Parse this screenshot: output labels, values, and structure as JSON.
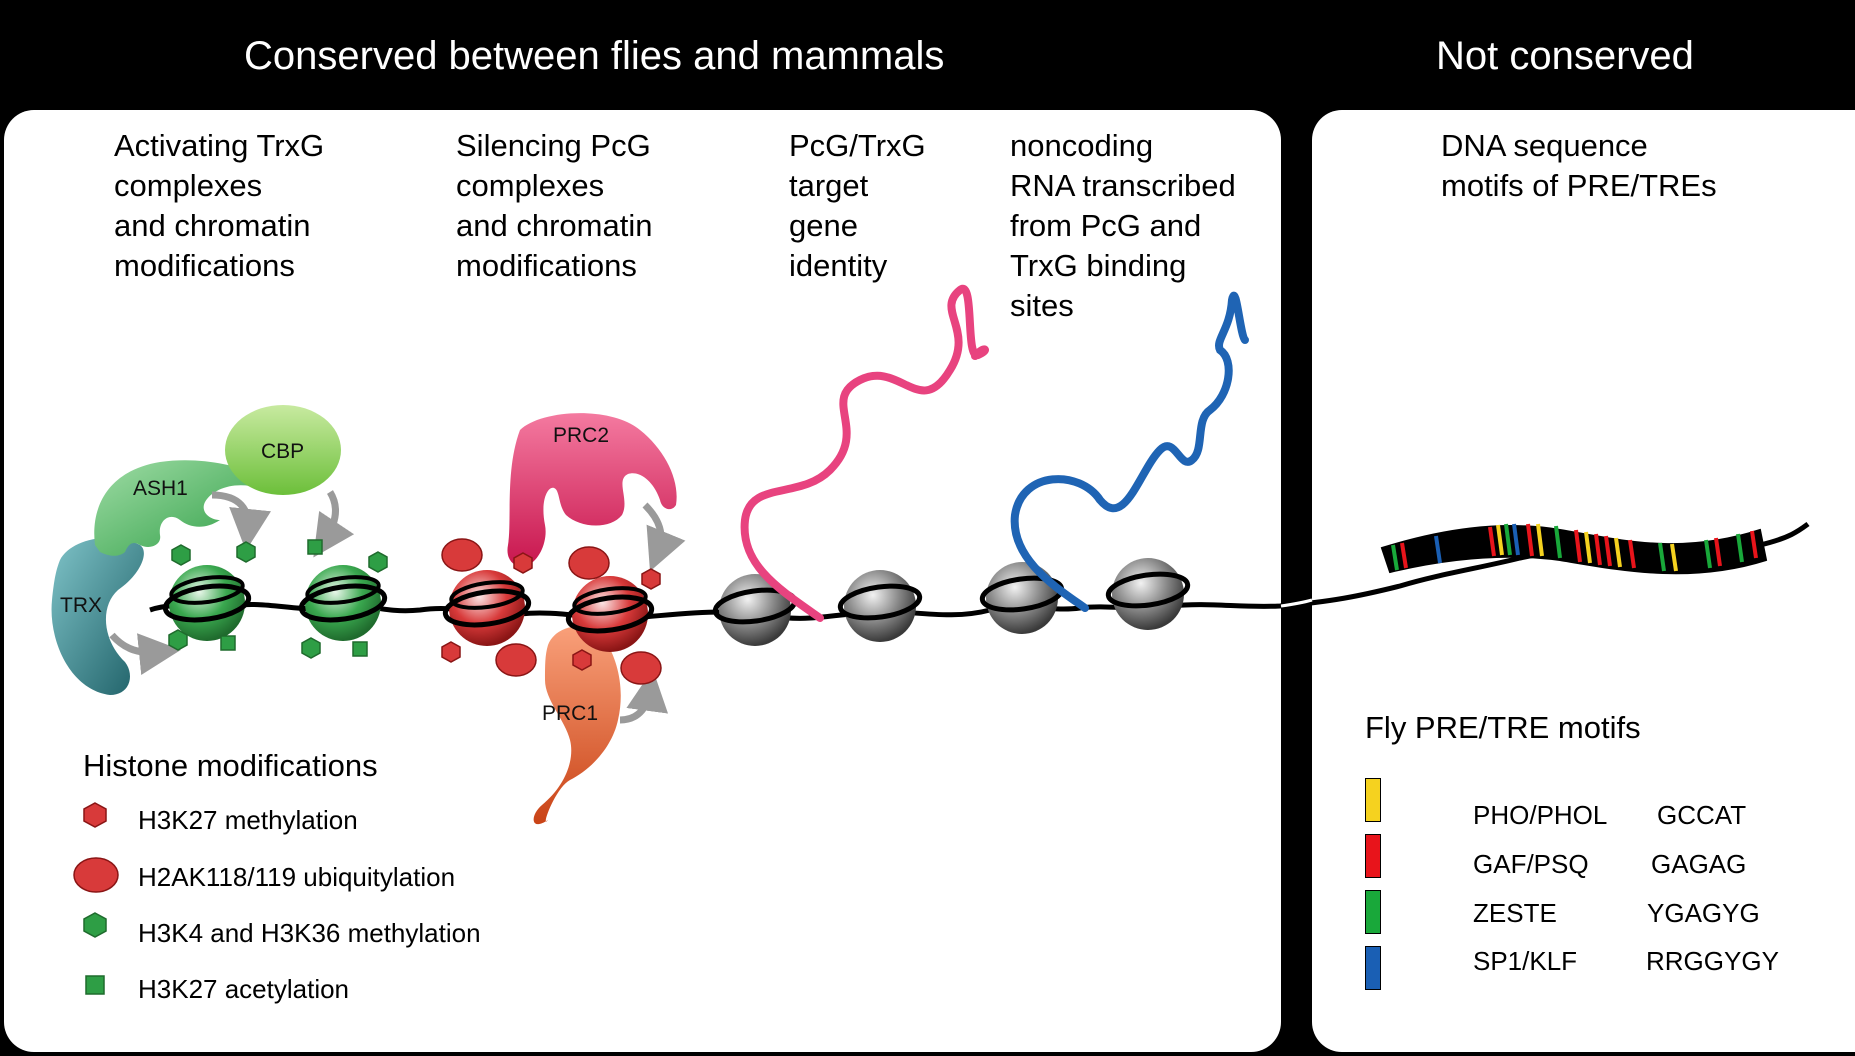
{
  "headers": {
    "conserved": "Conserved between flies and mammals",
    "not_conserved": "Not conserved"
  },
  "columns": {
    "trxg": "Activating TrxG\ncomplexes\nand chromatin\nmodifications",
    "pcg": "Silencing PcG\ncomplexes\nand chromatin\nmodifications",
    "target": "PcG/TrxG\ntarget\ngene\nidentity",
    "ncrna": "noncoding\nRNA transcribed\nfrom PcG and\nTrxG binding\nsites",
    "dna": "DNA sequence\nmotifs of PRE/TREs"
  },
  "complexes": {
    "cbp": "CBP",
    "ash1": "ASH1",
    "trx": "TRX",
    "prc2": "PRC2",
    "prc1": "PRC1"
  },
  "histone_legend": {
    "title": "Histone modifications",
    "items": [
      {
        "label": "H3K27 methylation",
        "icon": "red-hexagon-icon",
        "color": "#d83a3a"
      },
      {
        "label": "H2AK118/119 ubiquitylation",
        "icon": "red-oval-icon",
        "color": "#d83a3a"
      },
      {
        "label": "H3K4 and H3K36  methylation",
        "icon": "green-hexagon-icon",
        "color": "#2e9e45"
      },
      {
        "label": "H3K27 acetylation",
        "icon": "green-square-icon",
        "color": "#2e9e45"
      }
    ]
  },
  "motif_legend": {
    "title": "Fly PRE/TRE motifs",
    "items": [
      {
        "name": "PHO/PHOL",
        "sequence": "GCCAT",
        "color": "#f5d21f"
      },
      {
        "name": "GAF/PSQ",
        "sequence": "GAGAG",
        "color": "#e8141b"
      },
      {
        "name": "ZESTE",
        "sequence": "YGAGYG",
        "color": "#19a83a"
      },
      {
        "name": "SP1/KLF",
        "sequence": "RRGGYGY",
        "color": "#1a5fb4"
      }
    ]
  },
  "colors": {
    "background": "#000000",
    "panel": "#ffffff",
    "trxg_green": "#3aa84f",
    "pcg_red": "#d83a3a",
    "prc2_pink": "#e8336b",
    "prc1_orange": "#e8622a",
    "trx_teal": "#2c7f86",
    "rna_pink": "#e8437f",
    "rna_blue": "#1f64b4",
    "nucleosome_grey": "#8a8a8a"
  }
}
